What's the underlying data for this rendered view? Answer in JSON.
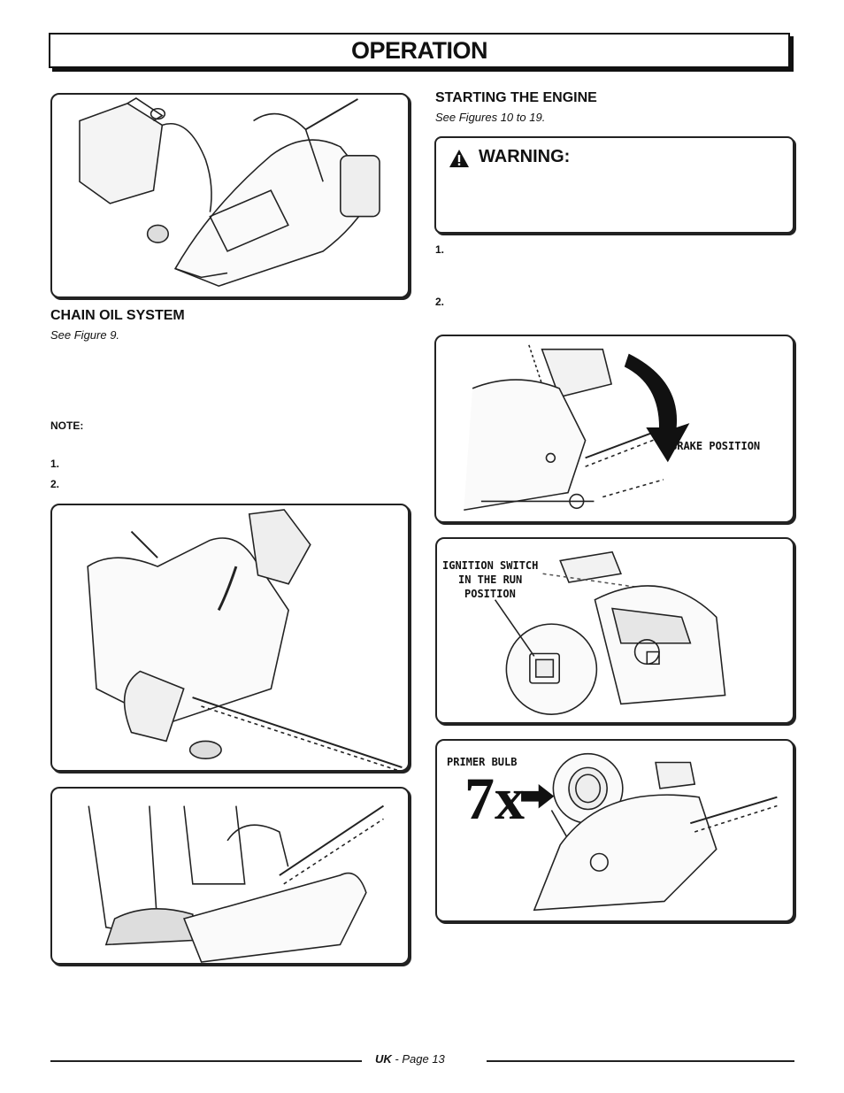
{
  "header": {
    "title": "OPERATION"
  },
  "left": {
    "section_title": "CHAIN OIL SYSTEM",
    "figure_ref": "See Figure 9.",
    "note_label": "NOTE:",
    "steps": [
      "1.",
      "2."
    ]
  },
  "right": {
    "section_title": "STARTING THE ENGINE",
    "figure_ref": "See Figures 10 to 19.",
    "warning_label": "WARNING:",
    "steps": [
      "1.",
      "2."
    ],
    "callouts": {
      "brake": "BRAKE POSITION",
      "ignition_line1": "IGNITION SWITCH",
      "ignition_line2": "IN THE RUN",
      "ignition_line3": "POSITION",
      "primer": "PRIMER BULB",
      "multiplier": "7x"
    }
  },
  "footer": {
    "region": "UK",
    "page": "- Page 13"
  },
  "icons": [
    "warning-triangle-icon",
    "arrow-right-icon"
  ]
}
